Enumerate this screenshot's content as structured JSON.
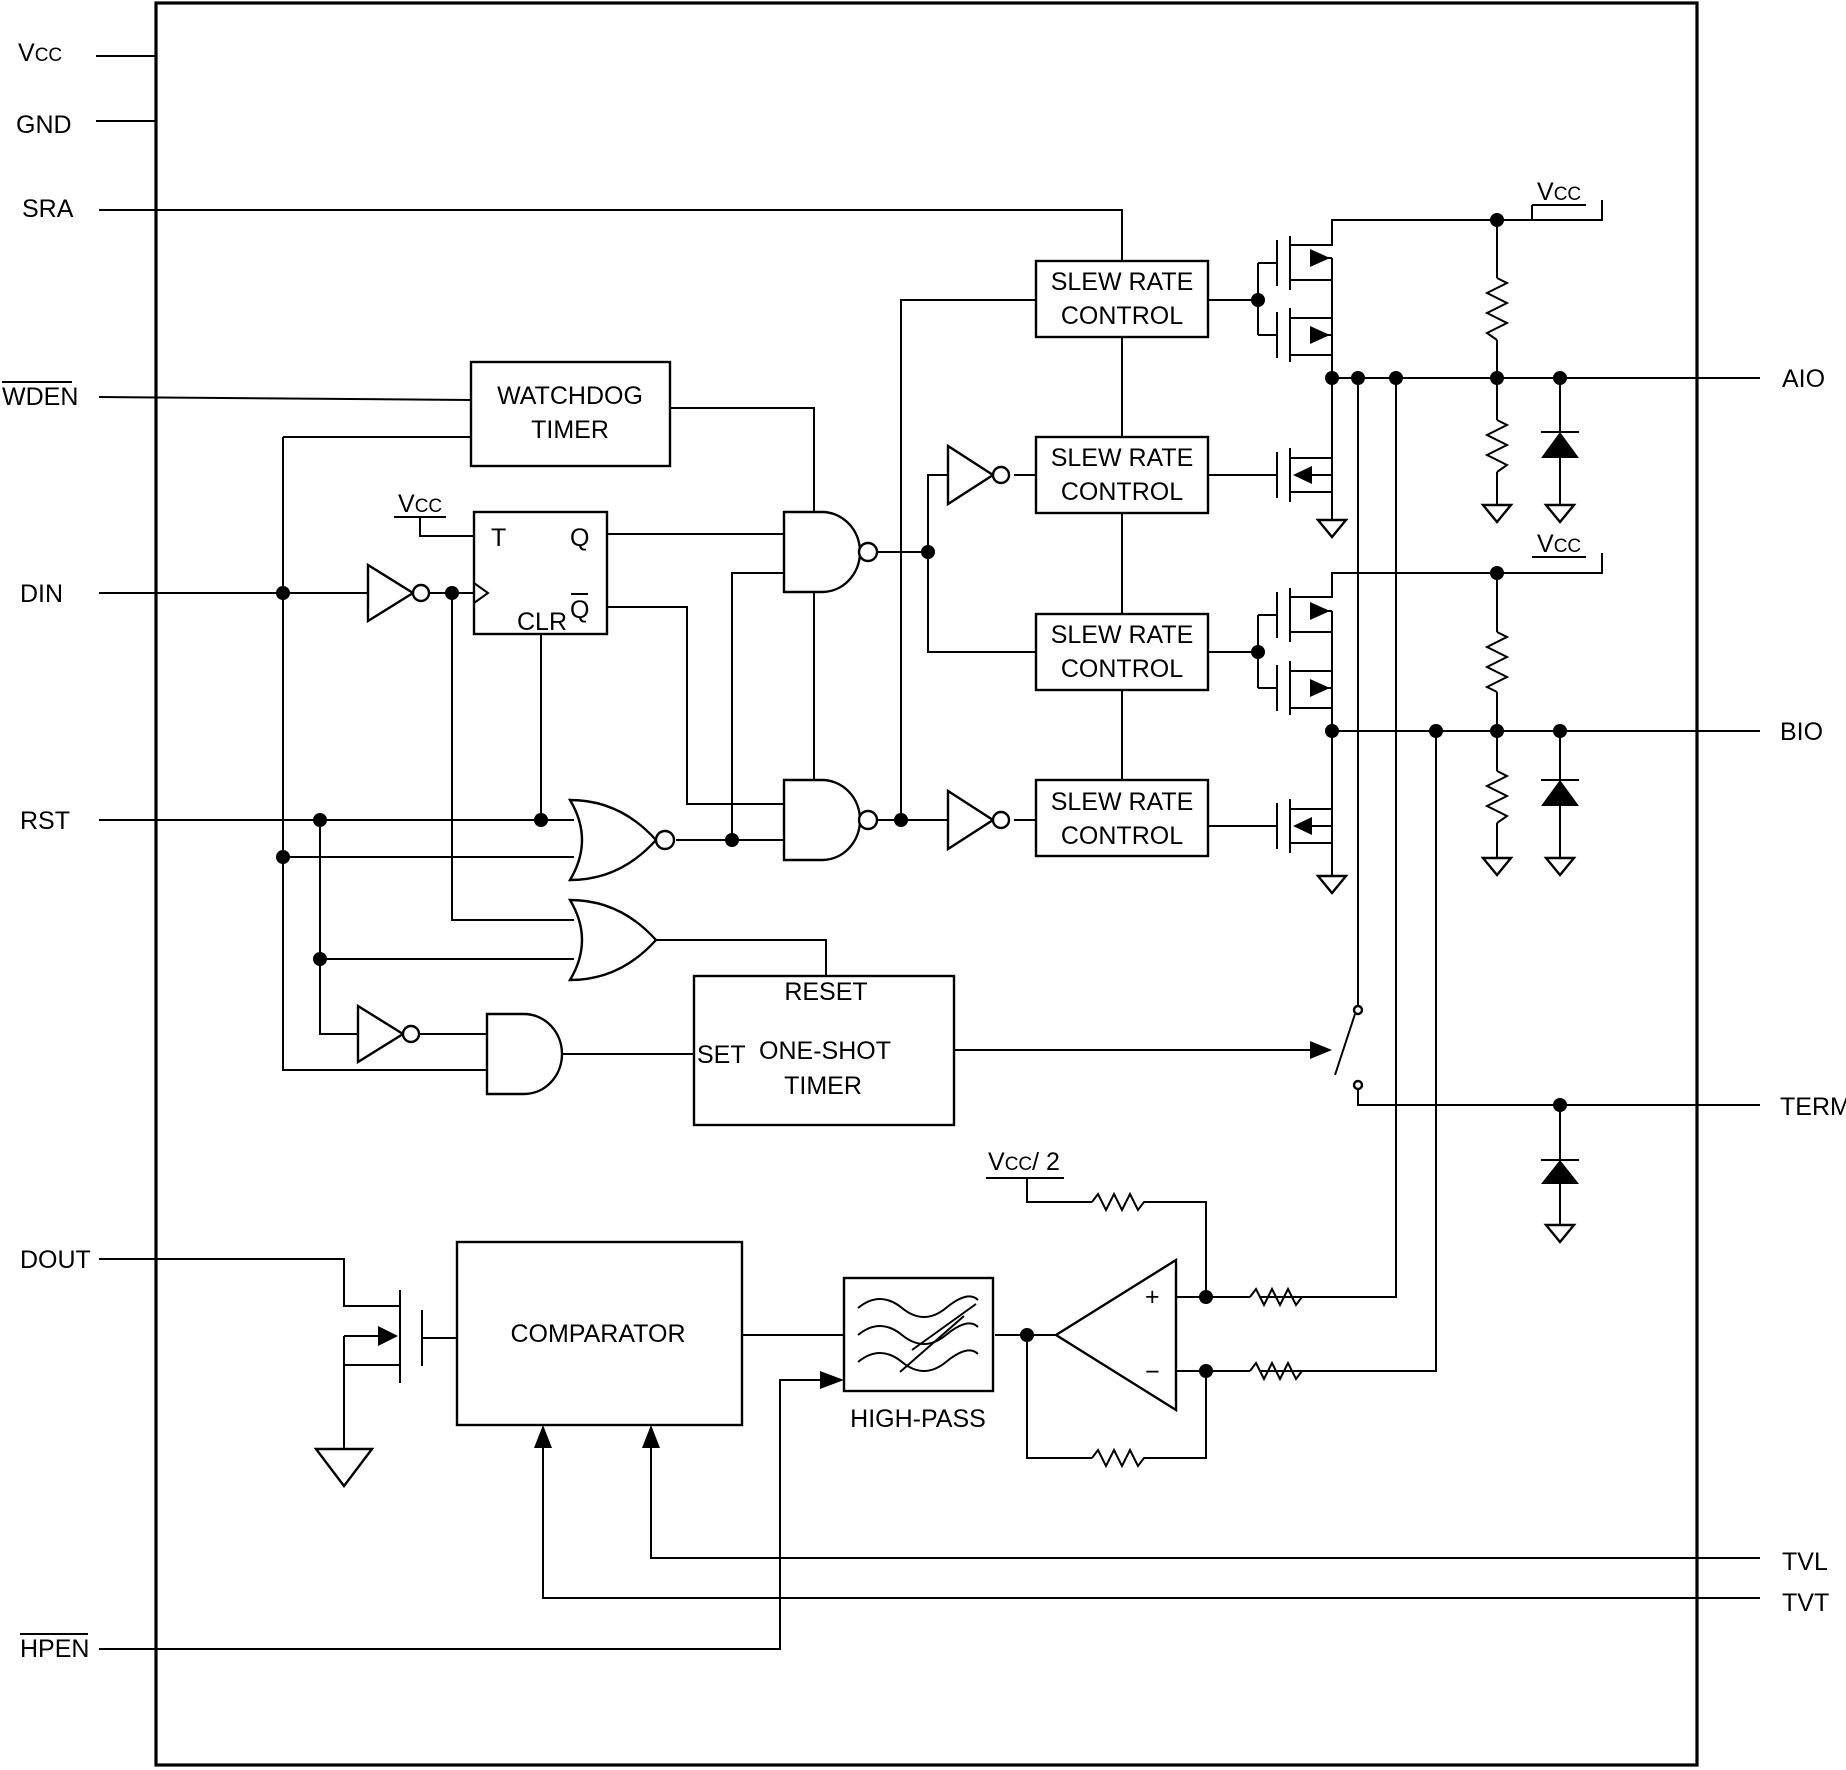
{
  "pins_left": {
    "vcc_main": "V",
    "vcc_sub": "CC",
    "gnd": "GND",
    "sra": "SRA",
    "wden": "WDEN",
    "din": "DIN",
    "rst": "RST",
    "dout": "DOUT",
    "hpen": "HPEN"
  },
  "pins_right": {
    "aio": "AIO",
    "bio": "BIO",
    "term": "TERM",
    "tvl": "TVL",
    "tvt": "TVT"
  },
  "blocks": {
    "watchdog_line1": "WATCHDOG",
    "watchdog_line2": "TIMER",
    "slew_line1": "SLEW RATE",
    "slew_line2": "CONTROL",
    "ff_t": "T",
    "ff_q": "Q",
    "ff_qbar": "Q",
    "ff_clr": "CLR",
    "oneshot_reset": "RESET",
    "oneshot_set": "SET",
    "oneshot_line1": "ONE-SHOT",
    "oneshot_line2": "TIMER",
    "comparator": "COMPARATOR",
    "highpass": "HIGH-PASS",
    "opamp_plus": "+",
    "opamp_minus": "−"
  },
  "supply": {
    "v": "V",
    "cc": "CC",
    "half": "/ 2"
  }
}
